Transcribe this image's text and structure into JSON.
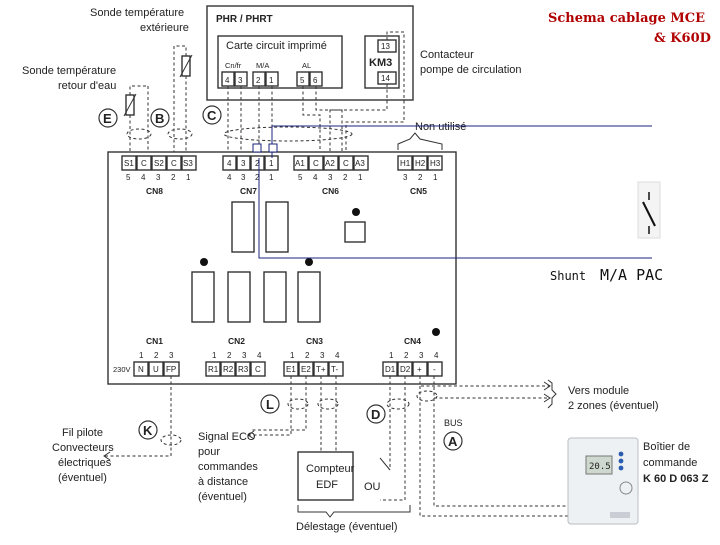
{
  "title": [
    "Schema cablage MCE",
    "& K60D"
  ],
  "phr": {
    "title": "PHR / PHRT",
    "board": "Carte circuit imprimé",
    "cnfr": "Cn/fr",
    "ma": "M/A",
    "al": "AL",
    "pins": [
      "4",
      "3",
      "2",
      "1",
      "5",
      "6"
    ]
  },
  "km3": {
    "label": "KM3",
    "pin_top": "13",
    "pin_bottom": "14"
  },
  "labels": {
    "sonde_ext": [
      "Sonde température",
      "extérieure"
    ],
    "sonde_retour": [
      "Sonde température",
      "retour d'eau"
    ],
    "contacteur": [
      "Contacteur",
      "pompe de circulation"
    ],
    "non_utilise": "Non utilisé",
    "vers_module": [
      "Vers module",
      "2 zones (éventuel)"
    ],
    "bus": "BUS",
    "boitier": [
      "Boîtier de",
      "commande"
    ],
    "boitier_model": "K 60 D 063 Z",
    "fil_pilote": [
      "Fil pilote",
      "Convecteurs",
      "électriques",
      "(éventuel)"
    ],
    "signal_eco": [
      "Signal ECO",
      "pour",
      "commandes",
      "à distance",
      "(éventuel)"
    ],
    "compteur": [
      "Compteur",
      "EDF"
    ],
    "ou": "OU",
    "delestage": "Délestage (éventuel)",
    "shunt": [
      "Shunt",
      "M/A PAC"
    ],
    "volt": "230V"
  },
  "circles": {
    "E": "E",
    "B": "B",
    "C": "C",
    "K": "K",
    "L": "L",
    "D": "D",
    "A": "A"
  },
  "connectors": {
    "cn8": {
      "name": "CN8",
      "terms": [
        "S1",
        "C",
        "S2",
        "C",
        "S3"
      ],
      "nums": [
        "5",
        "4",
        "3",
        "2",
        "1"
      ]
    },
    "cn7": {
      "name": "CN7",
      "terms": [
        "4",
        "3",
        "2",
        "1"
      ],
      "nums": [
        "4",
        "3",
        "2",
        "1"
      ]
    },
    "cn6": {
      "name": "CN6",
      "terms": [
        "A1",
        "C",
        "A2",
        "C",
        "A3"
      ],
      "nums": [
        "5",
        "4",
        "3",
        "2",
        "1"
      ]
    },
    "cn5": {
      "name": "CN5",
      "terms": [
        "H1",
        "H2",
        "H3"
      ],
      "nums": [
        "3",
        "2",
        "1"
      ]
    },
    "cn1": {
      "name": "CN1",
      "terms": [
        "N",
        "U",
        "FP"
      ],
      "nums": [
        "1",
        "2",
        "3"
      ]
    },
    "cn2": {
      "name": "CN2",
      "terms": [
        "R1",
        "R2",
        "R3",
        "C"
      ],
      "nums": [
        "1",
        "2",
        "3",
        "4"
      ]
    },
    "cn3": {
      "name": "CN3",
      "terms": [
        "E1",
        "E2",
        "T+",
        "T-"
      ],
      "nums": [
        "1",
        "2",
        "3",
        "4"
      ]
    },
    "cn4": {
      "name": "CN4",
      "terms": [
        "D1",
        "D2",
        "+",
        "-"
      ],
      "nums": [
        "1",
        "2",
        "3",
        "4"
      ]
    }
  },
  "device": {
    "display": "20.5"
  }
}
